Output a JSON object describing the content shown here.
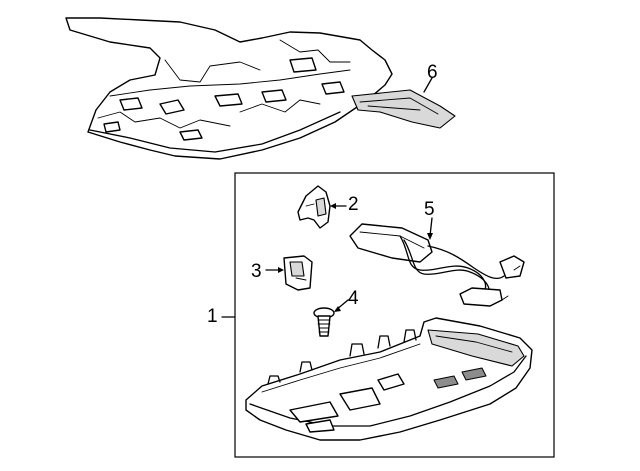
{
  "callouts": [
    {
      "id": "1",
      "label": "1"
    },
    {
      "id": "2",
      "label": "2"
    },
    {
      "id": "3",
      "label": "3"
    },
    {
      "id": "4",
      "label": "4"
    },
    {
      "id": "5",
      "label": "5"
    },
    {
      "id": "6",
      "label": "6"
    }
  ],
  "colors": {
    "line": "#000000",
    "background": "#ffffff",
    "shade": "#d9d9d9"
  }
}
